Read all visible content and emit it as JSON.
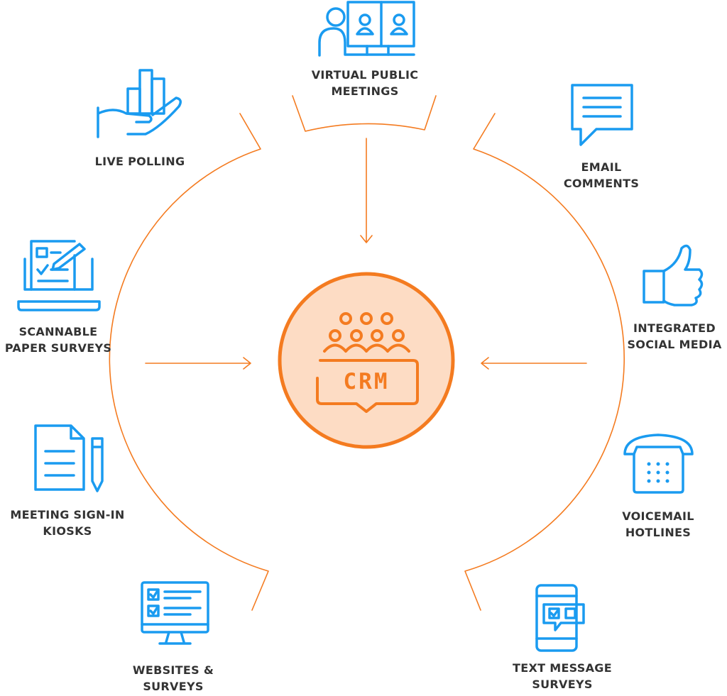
{
  "colors": {
    "accent": "#f47b20",
    "icon": "#1a9bf0",
    "text": "#333333",
    "center_fill": "#fddcc4"
  },
  "center": {
    "label": "CRM",
    "icon": "audience-icon"
  },
  "channels": [
    {
      "id": "virtual-public-meetings",
      "lines": [
        "VIRTUAL PUBLIC",
        "MEETINGS"
      ],
      "icon": "video-conference-icon"
    },
    {
      "id": "live-polling",
      "lines": [
        "LIVE POLLING"
      ],
      "icon": "hand-chart-icon"
    },
    {
      "id": "email-comments",
      "lines": [
        "EMAIL",
        "COMMENTS"
      ],
      "icon": "speech-bubble-icon"
    },
    {
      "id": "scannable-paper-surveys",
      "lines": [
        "SCANNABLE",
        "PAPER SURVEYS"
      ],
      "icon": "laptop-checklist-icon"
    },
    {
      "id": "integrated-social-media",
      "lines": [
        "INTEGRATED",
        "SOCIAL MEDIA"
      ],
      "icon": "thumbs-up-icon"
    },
    {
      "id": "meeting-sign-in-kiosks",
      "lines": [
        "MEETING SIGN-IN",
        "KIOSKS"
      ],
      "icon": "document-pencil-icon"
    },
    {
      "id": "voicemail-hotlines",
      "lines": [
        "VOICEMAIL",
        "HOTLINES"
      ],
      "icon": "telephone-icon"
    },
    {
      "id": "websites-surveys",
      "lines": [
        "WEBSITES &",
        "SURVEYS"
      ],
      "icon": "monitor-checklist-icon"
    },
    {
      "id": "text-message-surveys",
      "lines": [
        "TEXT MESSAGE",
        "SURVEYS"
      ],
      "icon": "smartphone-message-icon"
    }
  ]
}
